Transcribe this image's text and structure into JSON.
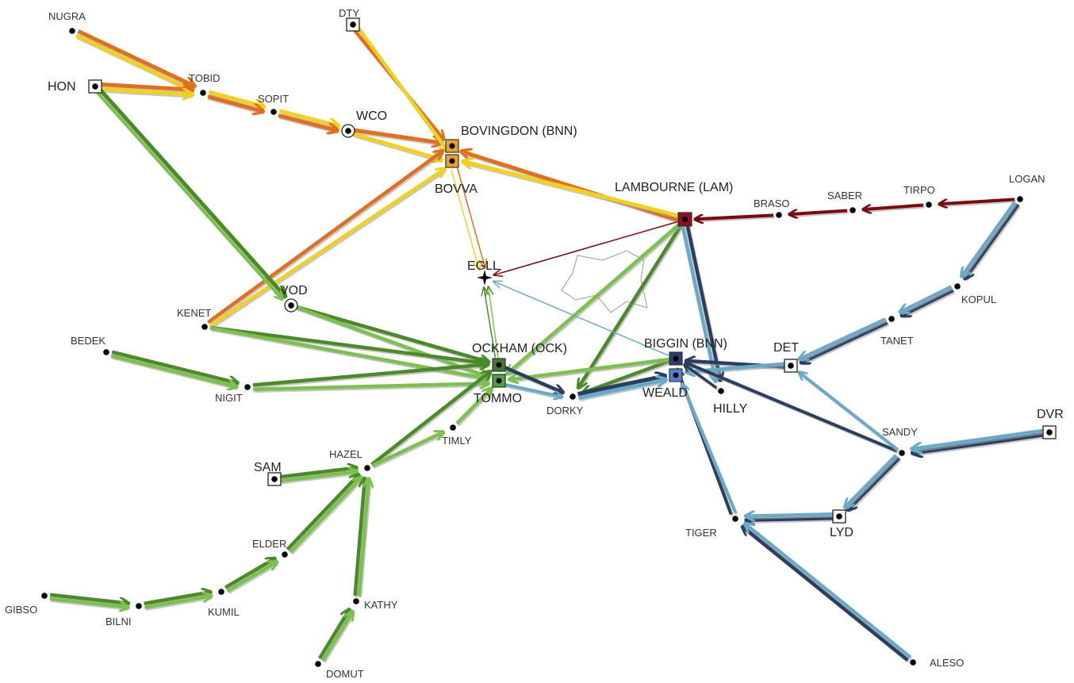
{
  "colors": {
    "orange": "#e07020",
    "yellow": "#f0d020",
    "dark_green": "#4a8a28",
    "light_green": "#7cc050",
    "dark_red": "#7a0a10",
    "navy": "#2c3e5e",
    "light_blue": "#6aaac8",
    "grey": "#909090"
  },
  "nodes": {
    "NUGRA": "NUGRA",
    "TOBID": "TOBID",
    "HON": "HON",
    "SOPIT": "SOPIT",
    "DTY": "DTY",
    "WCO": "WCO",
    "BNN": "BOVINGDON (BNN)",
    "BOVVA": "BOVVA",
    "LAM": "LAMBOURNE (LAM)",
    "BRASO": "BRASO",
    "SABER": "SABER",
    "TIRPO": "TIRPO",
    "LOGAN": "LOGAN",
    "EGLL": "EGLL",
    "VOD": "VOD",
    "KENET": "KENET",
    "BEDEK": "BEDEK",
    "NIGIT": "NIGIT",
    "OCK": "OCKHAM (OCK)",
    "TOMMO": "TOMMO",
    "DORKY": "DORKY",
    "BIG": "BIGGIN (BNN)",
    "WEALD": "WEALD",
    "HILLY": "HILLY",
    "DET": "DET",
    "KOPUL": "KOPUL",
    "TANET": "TANET",
    "SANDY": "SANDY",
    "DVR": "DVR",
    "LYD": "LYD",
    "TIGER": "TIGER",
    "ALESO": "ALESO",
    "SAM": "SAM",
    "HAZEL": "HAZEL",
    "TIMLY": "TIMLY",
    "ELDER": "ELDER",
    "GIBSO": "GIBSO",
    "BILNI": "BILNI",
    "KUMIL": "KUMIL",
    "KATHY": "KATHY",
    "DOMUT": "DOMUT"
  }
}
